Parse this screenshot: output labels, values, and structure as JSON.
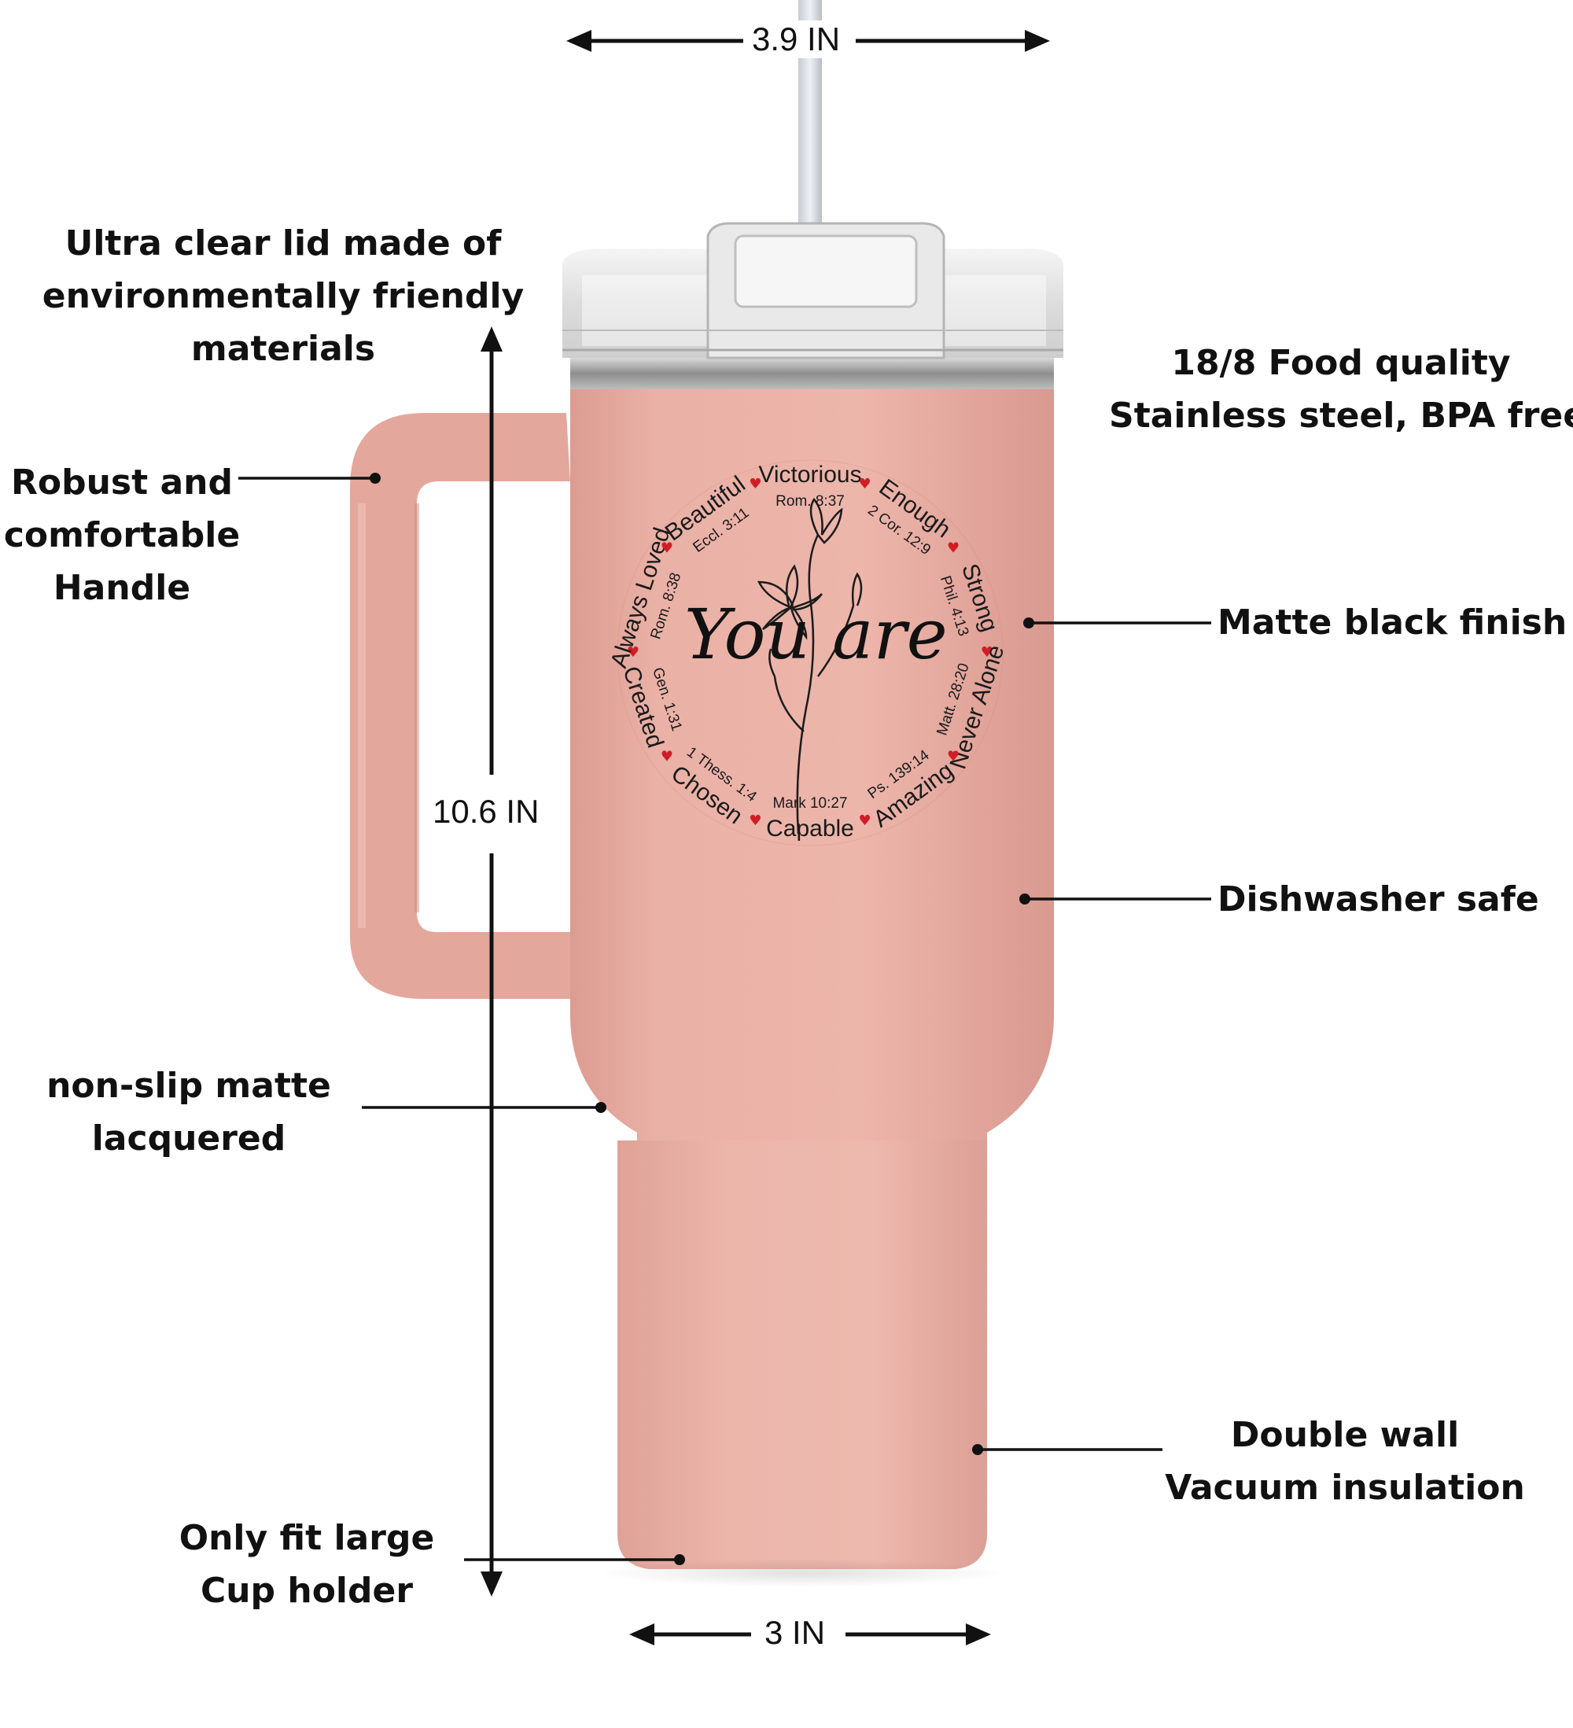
{
  "dimensions": {
    "top_width": "3.9 IN",
    "height": "10.6 IN",
    "bottom_width": "3 IN"
  },
  "callouts": {
    "lid": [
      "Ultra clear lid made of",
      "environmentally friendly",
      "materials"
    ],
    "steel": [
      "18/8 Food quality",
      "Stainless steel, BPA free"
    ],
    "handle": [
      "Robust and",
      "comfortable",
      "Handle"
    ],
    "finish": [
      "Matte black finish"
    ],
    "dishwasher": [
      "Dishwasher safe"
    ],
    "nonslip": [
      "non-slip matte",
      "lacquered"
    ],
    "insulation": [
      "Double wall",
      "Vacuum insulation"
    ],
    "cupholder": [
      "Only fit large",
      "Cup holder"
    ]
  },
  "design": {
    "center_text": "You are",
    "words": [
      {
        "word": "Victorious",
        "ref": "Rom. 8:37"
      },
      {
        "word": "Enough",
        "ref": "2 Cor. 12:9"
      },
      {
        "word": "Strong",
        "ref": "Phil. 4:13"
      },
      {
        "word": "Never Alone",
        "ref": "Matt. 28:20"
      },
      {
        "word": "Amazing",
        "ref": "Ps. 139:14"
      },
      {
        "word": "Capable",
        "ref": "Mark 10:27"
      },
      {
        "word": "Chosen",
        "ref": "1 Thess. 1:4"
      },
      {
        "word": "Created",
        "ref": "Gen. 1:31"
      },
      {
        "word": "Always Loved",
        "ref": "Rom. 8:38"
      },
      {
        "word": "Beautiful",
        "ref": "Eccl. 3:11"
      }
    ]
  },
  "colors": {
    "tumbler_body": "#e7aba0",
    "heart": "#d11d24"
  }
}
